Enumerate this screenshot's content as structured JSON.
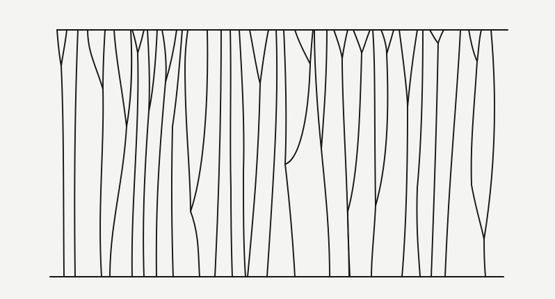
{
  "diagram": {
    "stroke_color": "#151515",
    "background_color": "#f4f4f2",
    "elements": [
      "top-boundary-line",
      "bottom-boundary-line",
      "branching-vertical-lines"
    ]
  }
}
